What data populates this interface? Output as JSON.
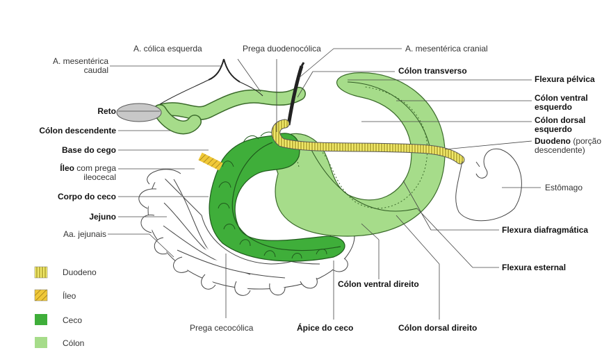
{
  "labels": {
    "mesenterica_caudal": "A. mesentérica\ncaudal",
    "colica_esquerda": "A. cólica esquerda",
    "prega_duodenocolica": "Prega duodenocólica",
    "mesenterica_cranial": "A. mesentérica cranial",
    "colon_transverso": "Cólon transverso",
    "flexura_pelvica": "Flexura pélvica",
    "colon_ventral_esquerdo": "Cólon ventral\nesquerdo",
    "colon_dorsal_esquerdo": "Cólon dorsal\nesquerdo",
    "duodeno_bold": "Duodeno",
    "duodeno_rest": " (porção",
    "duodeno_line2": "descendente)",
    "estomago": "Estômago",
    "flexura_diafragmatica": "Flexura diafragmática",
    "flexura_esternal": "Flexura esternal",
    "colon_ventral_direito": "Cólon ventral direito",
    "colon_dorsal_direito": "Cólon dorsal direito",
    "apice_ceco": "Ápice do ceco",
    "prega_cecocolica": "Prega cecocólica",
    "reto": "Reto",
    "colon_descendente": "Cólon descendente",
    "base_cego": "Base do cego",
    "ileo_bold": "Íleo",
    "ileo_rest": " com prega",
    "ileo_line2": "ileocecal",
    "corpo_ceco": "Corpo do ceco",
    "jejuno": "Jejuno",
    "aa_jejunais": "Aa. jejunais"
  },
  "legend": [
    {
      "label": "Duodeno",
      "pattern": "duodeno"
    },
    {
      "label": "Íleo",
      "pattern": "ileo"
    },
    {
      "label": "Ceco",
      "pattern": "ceco"
    },
    {
      "label": "Cólon",
      "pattern": "colon"
    }
  ],
  "colors": {
    "ceco": "#3fae3a",
    "colon": "#a6dc8a",
    "duodeno": "#f0e86a",
    "ileo": "#f0c838",
    "outline": "#333333",
    "reto": "#c8c8c8"
  }
}
